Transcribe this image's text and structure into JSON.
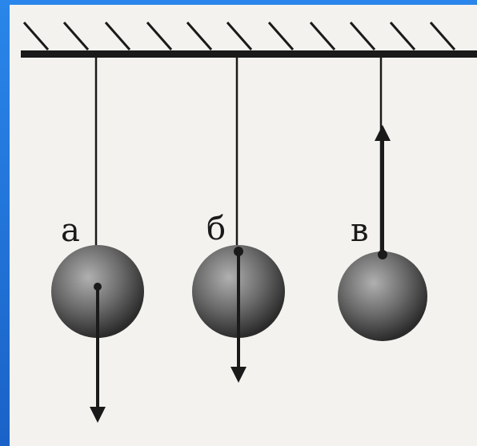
{
  "labels": {
    "a": "а",
    "b": "б",
    "c": "в"
  },
  "colors": {
    "line": "#1a1a1a",
    "ball_light": "#9a9a9a",
    "ball_dark": "#2b2b2b",
    "background": "#f3f2ee",
    "frame": "#1f74d9"
  }
}
